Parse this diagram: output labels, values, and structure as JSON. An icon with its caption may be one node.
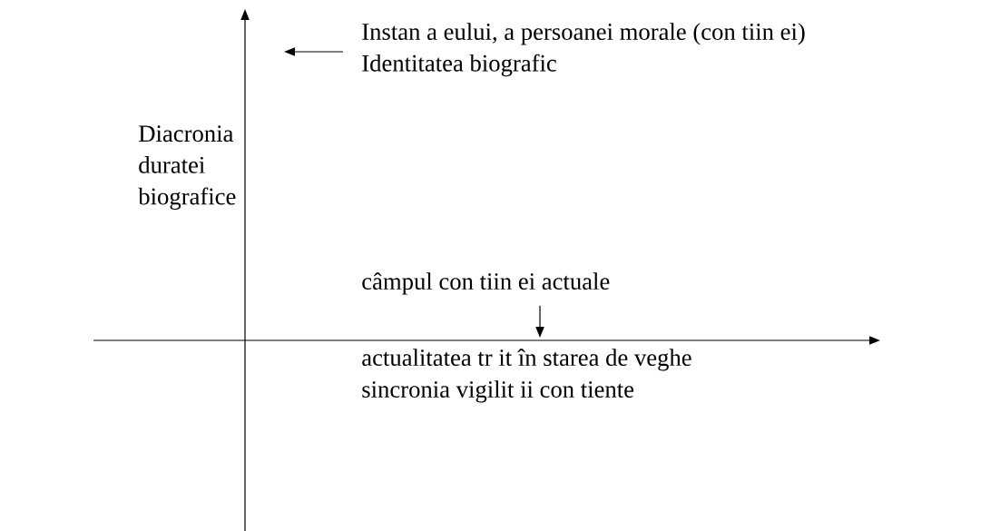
{
  "diagram": {
    "nodes": [
      {
        "text": [
          "Instan a eului, a persoanei morale (con tiin ei)",
          "Identitatea biografic"
        ]
      },
      {
        "text": [
          "câmpul con tiin ei actuale"
        ]
      }
    ],
    "edges": [
      {
        "from": 0,
        "to": null,
        "arrow": "to"
      },
      {
        "from": 1,
        "to": null,
        "arrow": "to"
      }
    ],
    "labels": [
      "Diacronia duratei biografice",
      "actualitatea tr it în starea de veghe",
      "sincronia vigilit ii con tiente"
    ]
  }
}
